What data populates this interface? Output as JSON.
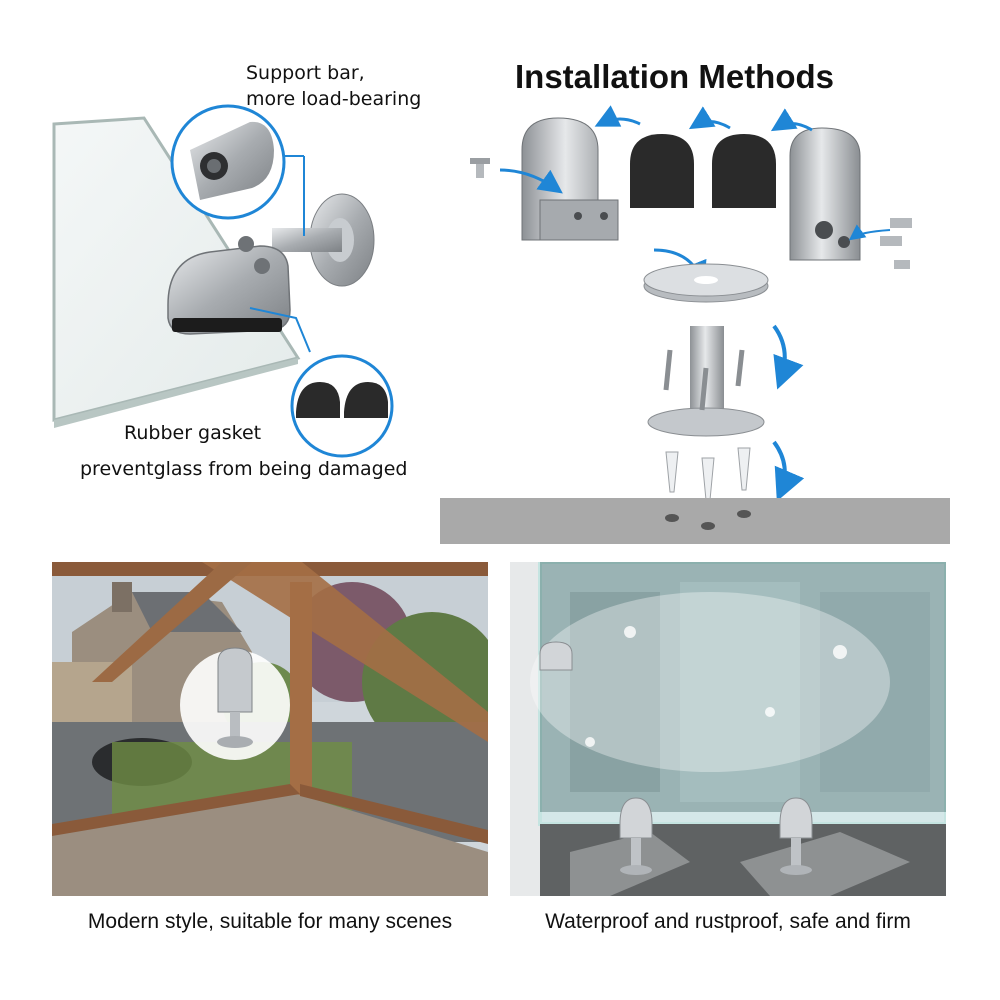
{
  "callouts": {
    "support_bar_line1": "Support bar,",
    "support_bar_line2": "more load-bearing",
    "gasket_line1": "Rubber gasket",
    "gasket_line2": "preventglass from being damaged"
  },
  "installation": {
    "title": "Installation Methods"
  },
  "captions": {
    "left": "Modern style, suitable for many scenes",
    "right": "Waterproof and rustproof, safe and firm"
  },
  "colors": {
    "accent_blue": "#1f86d6",
    "steel": "#b9bcbf",
    "rubber": "#2a2a2a",
    "wall": "#a9a9a9"
  },
  "icons": [
    "magnifier-circle-support-bar",
    "magnifier-circle-rubber-gasket",
    "curved-arrow-icon"
  ]
}
